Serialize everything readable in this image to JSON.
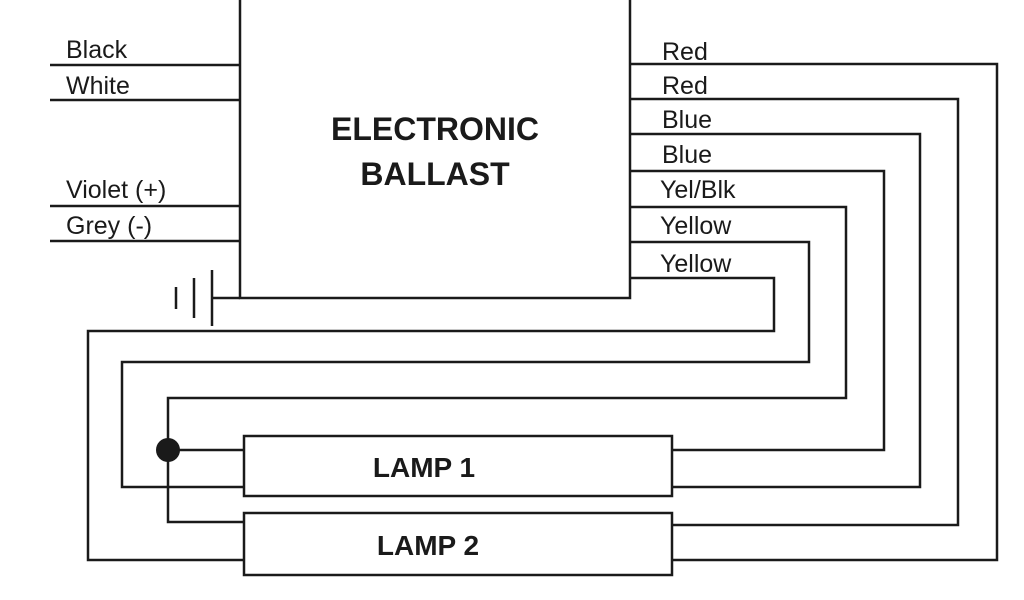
{
  "ballast": {
    "line1": "ELECTRONIC",
    "line2": "BALLAST"
  },
  "left_wires": {
    "black": "Black",
    "white": "White",
    "violet": "Violet (+)",
    "grey": "Grey (-)"
  },
  "right_wires": {
    "red1": "Red",
    "red2": "Red",
    "blue1": "Blue",
    "blue2": "Blue",
    "yelblk": "Yel/Blk",
    "yellow1": "Yellow",
    "yellow2": "Yellow"
  },
  "lamps": {
    "lamp1": "LAMP 1",
    "lamp2": "LAMP 2"
  }
}
